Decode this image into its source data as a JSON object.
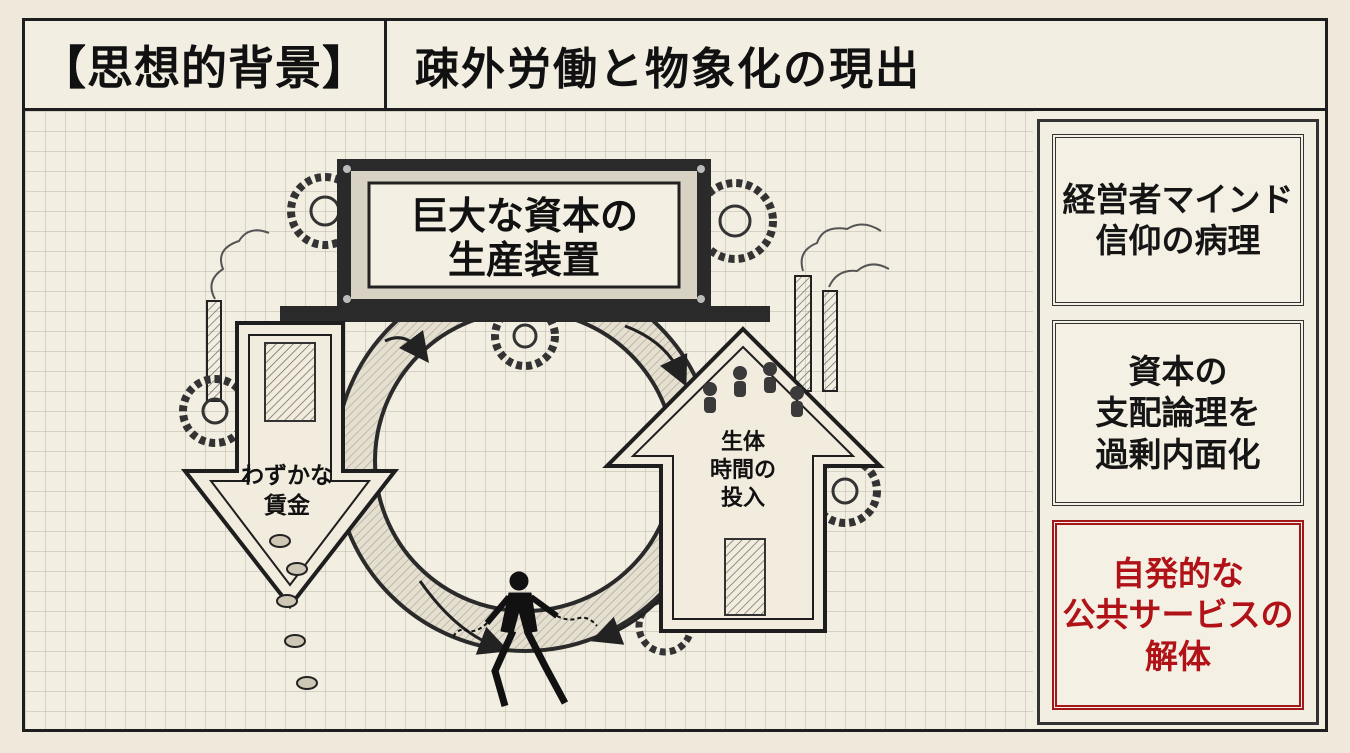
{
  "header": {
    "tag": "【思想的背景】",
    "title": "疎外労働と物象化の現出"
  },
  "diagram": {
    "top_sign": [
      "巨大な資本の",
      "生産装置"
    ],
    "down_arrow_label": [
      "わずかな",
      "賃金"
    ],
    "up_arrow_label": [
      "生体",
      "時間の",
      "投入"
    ]
  },
  "sidebar": {
    "cards": [
      {
        "text": "経営者マインド\n信仰の病理"
      },
      {
        "text": "資本の\n支配論理を\n過剰内面化"
      },
      {
        "text": "自発的な\n公共サービスの\n解体"
      }
    ]
  },
  "colors": {
    "ink": "#1e1e1e",
    "paper": "#f3eee2",
    "highlight_red": "#b01218"
  }
}
